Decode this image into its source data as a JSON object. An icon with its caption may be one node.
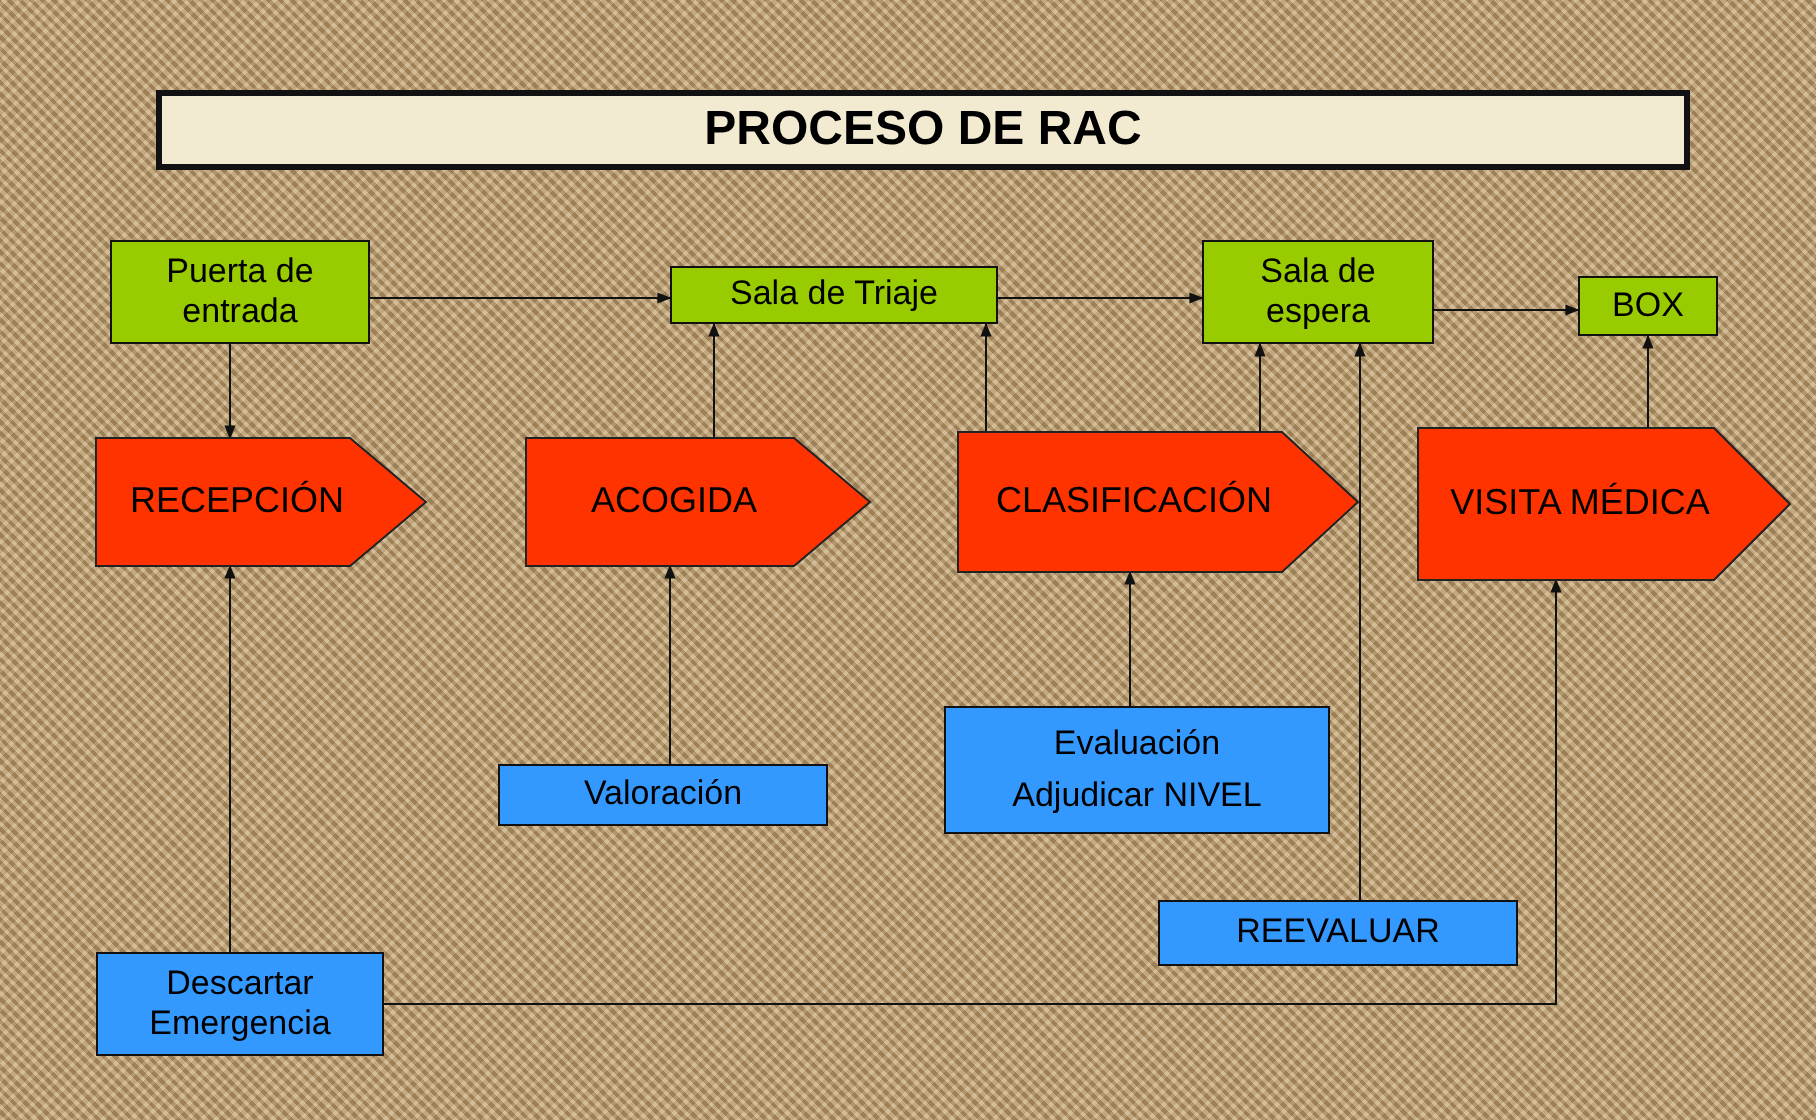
{
  "diagram": {
    "title": "PROCESO DE RAC",
    "nodes": [
      {
        "text": [
          "Puerta de entrada"
        ]
      },
      {
        "text": [
          "Sala de Triaje"
        ]
      },
      {
        "text": [
          "Sala de espera"
        ]
      },
      {
        "text": [
          "BOX"
        ]
      },
      {
        "text": [
          "RECEPCIÓN"
        ]
      },
      {
        "text": [
          "ACOGIDA"
        ]
      },
      {
        "text": [
          "CLASIFICACIÓN"
        ]
      },
      {
        "text": [
          "VISITA MÉDICA"
        ]
      },
      {
        "text": [
          "Valoración"
        ]
      },
      {
        "text": [
          "Evaluación",
          "Adjudicar NIVEL"
        ]
      },
      {
        "text": [
          "REEVALUAR"
        ]
      },
      {
        "text": [
          "Descartar Emergencia"
        ]
      }
    ],
    "edges": [
      {
        "from": 0,
        "to": 1,
        "arrow": "to"
      },
      {
        "from": 1,
        "to": 2,
        "arrow": "to"
      },
      {
        "from": 2,
        "to": 3,
        "arrow": "to"
      },
      {
        "from": 0,
        "to": 4,
        "arrow": "to"
      },
      {
        "from": 5,
        "to": 1,
        "arrow": "to"
      },
      {
        "from": 6,
        "to": 1,
        "arrow": "to"
      },
      {
        "from": 6,
        "to": 2,
        "arrow": "to"
      },
      {
        "from": 7,
        "to": 3,
        "arrow": "to"
      },
      {
        "from": 11,
        "to": 4,
        "arrow": "to"
      },
      {
        "from": 8,
        "to": 5,
        "arrow": "to"
      },
      {
        "from": 9,
        "to": 6,
        "arrow": "to"
      },
      {
        "from": 10,
        "to": 2,
        "arrow": "to"
      },
      {
        "from": 11,
        "to": 7,
        "arrow": "to"
      }
    ]
  }
}
